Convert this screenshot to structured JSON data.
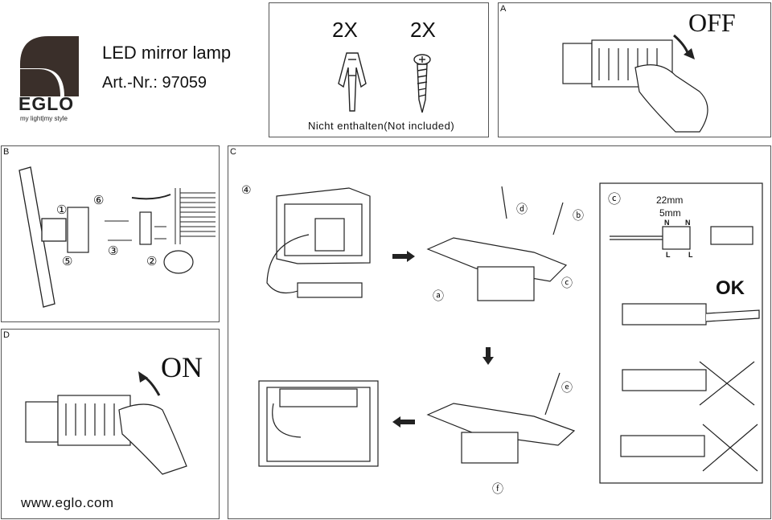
{
  "brand": {
    "name": "EGLO",
    "tagline": "my light|my style"
  },
  "product": {
    "title": "LED mirror lamp",
    "article": "Art.-Nr.: 97059"
  },
  "footer": {
    "website": "www.eglo.com"
  },
  "parts": {
    "qty_anchor": "2X",
    "qty_screw": "2X",
    "note": "Nicht enthalten(Not included)"
  },
  "steps": {
    "A": {
      "letter": "A",
      "switch_label": "OFF"
    },
    "B": {
      "letter": "B",
      "n1": "①",
      "n2": "②",
      "n3": "③",
      "n5": "⑤",
      "n6": "⑥"
    },
    "C": {
      "letter": "C",
      "n4": "④",
      "a": "ⓐ",
      "b": "ⓑ",
      "c": "ⓒ",
      "d": "ⓓ",
      "e": "ⓔ",
      "f": "ⓕ"
    },
    "D": {
      "letter": "D",
      "switch_label": "ON"
    }
  },
  "detail": {
    "marker": "ⓒ",
    "dim_strip": "22mm",
    "dim_bare": "5mm",
    "terminal_n1": "N",
    "terminal_n2": "N",
    "terminal_l1": "L",
    "terminal_l2": "L",
    "ok_label": "OK"
  }
}
